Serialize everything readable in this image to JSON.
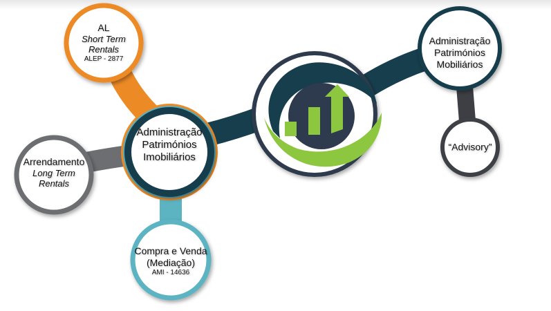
{
  "nodes": {
    "al": {
      "title": "AL",
      "line1": "Short Term",
      "line2": "Rentals",
      "code": "ALEP - 2877",
      "color": "#ec8a26"
    },
    "arrendamento": {
      "title": "Arrendamento",
      "line1": "Long Term",
      "line2": "Rentals",
      "color": "#6d6e71"
    },
    "central": {
      "line1": "Administração",
      "line2": "Patrimónios",
      "line3": "Imobiliários",
      "color": "#163e4c"
    },
    "compra": {
      "line1": "Compra e Venda",
      "line2": "(Mediação)",
      "code": "AMI - 14636",
      "color": "#5cb3c2"
    },
    "mobiliarios": {
      "line1": "Administração",
      "line2": "Patrimónios",
      "line3": "Mobiliários",
      "color": "#163e4c"
    },
    "advisory": {
      "label": "“Advisory”",
      "color": "#3d3f45"
    }
  },
  "logo": {
    "dark": "#163e4c",
    "green": "#8dc63f",
    "navy": "#2e3a4e"
  }
}
